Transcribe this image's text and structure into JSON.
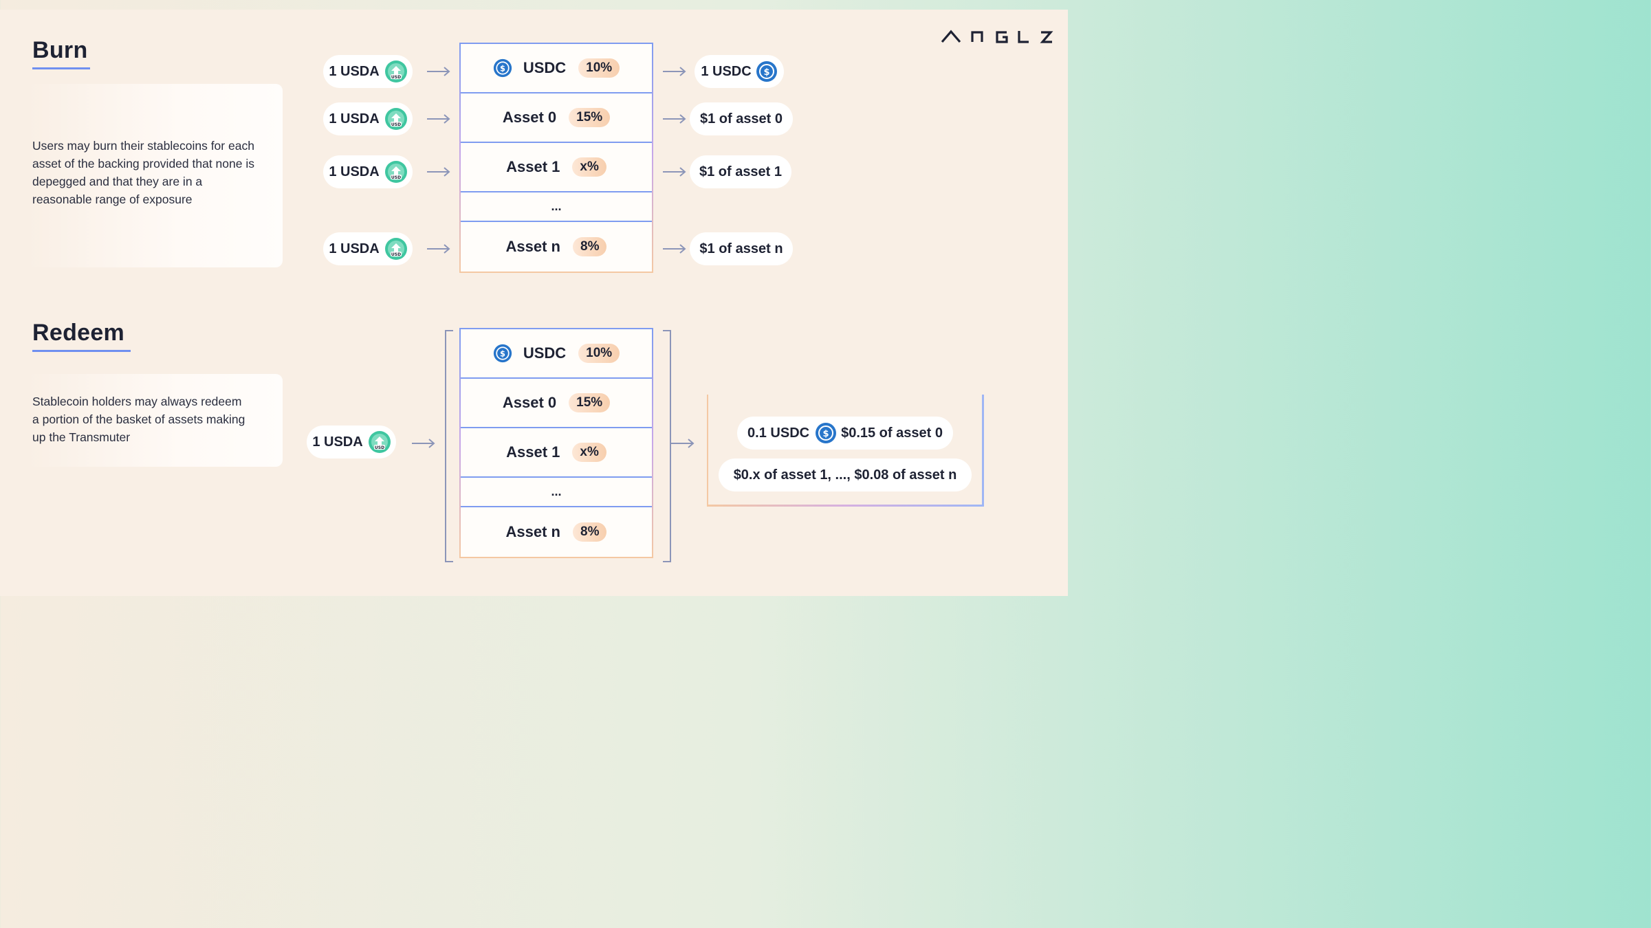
{
  "logo_text": "ANGLE",
  "burn": {
    "title": "Burn",
    "description": "Users may burn their stablecoins for each asset of the backing provided that none is depegged and that they are in a reasonable range of exposure",
    "inputs": [
      "1 USDA",
      "1 USDA",
      "1 USDA",
      "1 USDA"
    ],
    "rows": [
      {
        "label": "USDC",
        "pct": "10%"
      },
      {
        "label": "Asset 0",
        "pct": "15%"
      },
      {
        "label": "Asset 1",
        "pct": "x%"
      },
      {
        "label": "...",
        "pct": ""
      },
      {
        "label": "Asset n",
        "pct": "8%"
      }
    ],
    "outputs": [
      "1 USDC",
      "$1 of asset 0",
      "$1 of asset 1",
      "$1 of asset n"
    ]
  },
  "redeem": {
    "title": "Redeem",
    "description": "Stablecoin holders may always redeem a portion of the basket of assets making up the Transmuter",
    "input": "1 USDA",
    "rows": [
      {
        "label": "USDC",
        "pct": "10%"
      },
      {
        "label": "Asset 0",
        "pct": "15%"
      },
      {
        "label": "Asset 1",
        "pct": "x%"
      },
      {
        "label": "...",
        "pct": ""
      },
      {
        "label": "Asset n",
        "pct": "8%"
      }
    ],
    "output_line1_a": "0.1 USDC",
    "output_line1_b": "$0.15 of asset 0",
    "output_line2": "$0.x of asset 1, ..., $0.08 of asset n"
  },
  "icons": {
    "usda_badge": "USD"
  },
  "colors": {
    "accent": "#6f8ff0",
    "usdc": "#2775ca",
    "usda": "#3fc6a0",
    "text": "#1e2233"
  }
}
